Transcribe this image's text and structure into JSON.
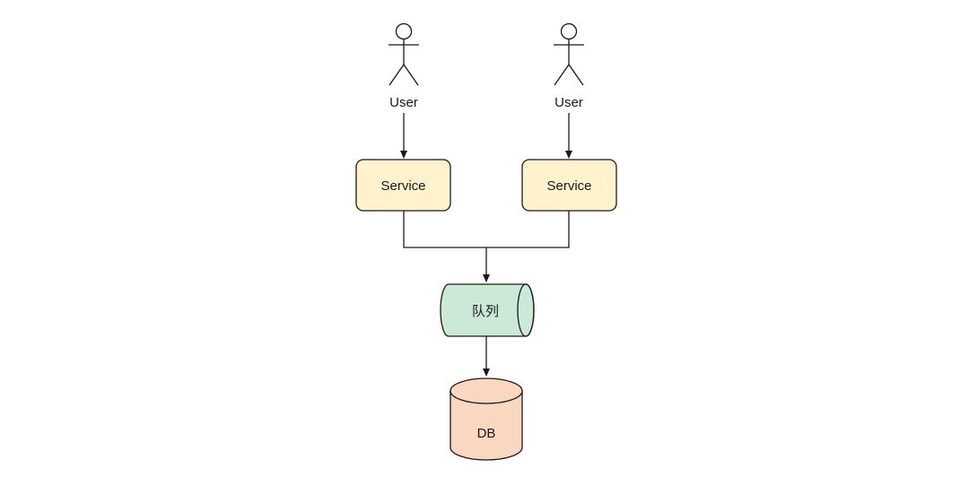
{
  "diagram": {
    "actors": [
      {
        "label": "User"
      },
      {
        "label": "User"
      }
    ],
    "services": [
      {
        "label": "Service",
        "fill": "#fff2cc",
        "stroke": "#1a1a1a"
      },
      {
        "label": "Service",
        "fill": "#fff2cc",
        "stroke": "#1a1a1a"
      }
    ],
    "queue": {
      "label": "队列",
      "fill": "#cce8d6",
      "stroke": "#1a1a1a"
    },
    "database": {
      "label": "DB",
      "fill": "#fad7c0",
      "stroke": "#1a1a1a"
    },
    "edges": [
      {
        "from": "User",
        "to": "Service"
      },
      {
        "from": "User",
        "to": "Service"
      },
      {
        "from": "Service",
        "to": "队列"
      },
      {
        "from": "Service",
        "to": "队列"
      },
      {
        "from": "队列",
        "to": "DB"
      }
    ]
  }
}
